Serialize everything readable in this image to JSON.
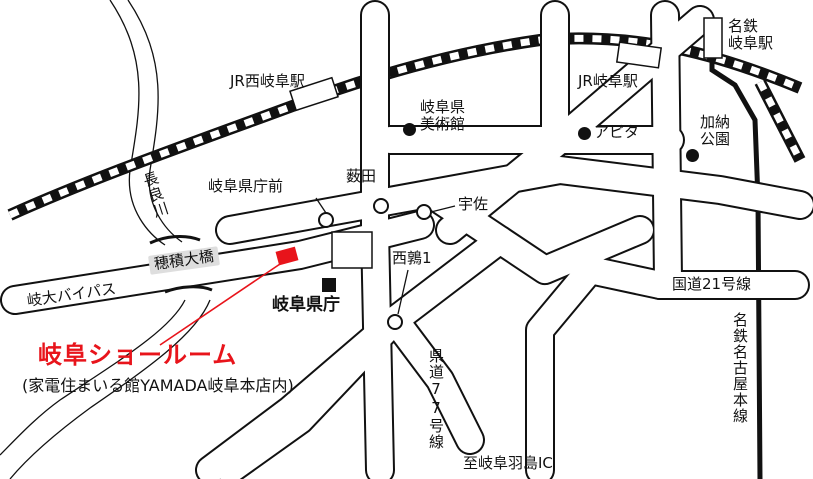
{
  "colors": {
    "accent": "#e8141b",
    "ink": "#111111",
    "road_fill": "#ffffff",
    "river_label_bg": "#dedede"
  },
  "map": {
    "stations": {
      "jr_nishigifu": "JR西岐阜駅",
      "jr_gifu": "JR岐阜駅",
      "meitetsu_gifu": "名鉄\n岐阜駅"
    },
    "landmarks": {
      "museum": "岐阜県\n美術館",
      "apita": "アピタ",
      "kano_park": "加納\n公園",
      "pref_office": "岐阜県庁"
    },
    "intersections": {
      "kencho_mae": "岐阜県庁前",
      "yabuta": "薮田",
      "usa": "宇佐",
      "nishiuzura": "西鶉1"
    },
    "roads": {
      "gifu_bypass": "岐大バイパス",
      "hozumi_bridge": "穂積大橋",
      "route21": "国道21号線",
      "pref77": "県道77号線",
      "to_hashima_ic": "至岐阜羽島IC",
      "meitetsu_line": "名鉄名古屋本線"
    },
    "river": "長良川",
    "showroom": {
      "title": "岐阜ショールーム",
      "subtitle": "(家電住まいる館YAMADA岐阜本店内)"
    }
  }
}
